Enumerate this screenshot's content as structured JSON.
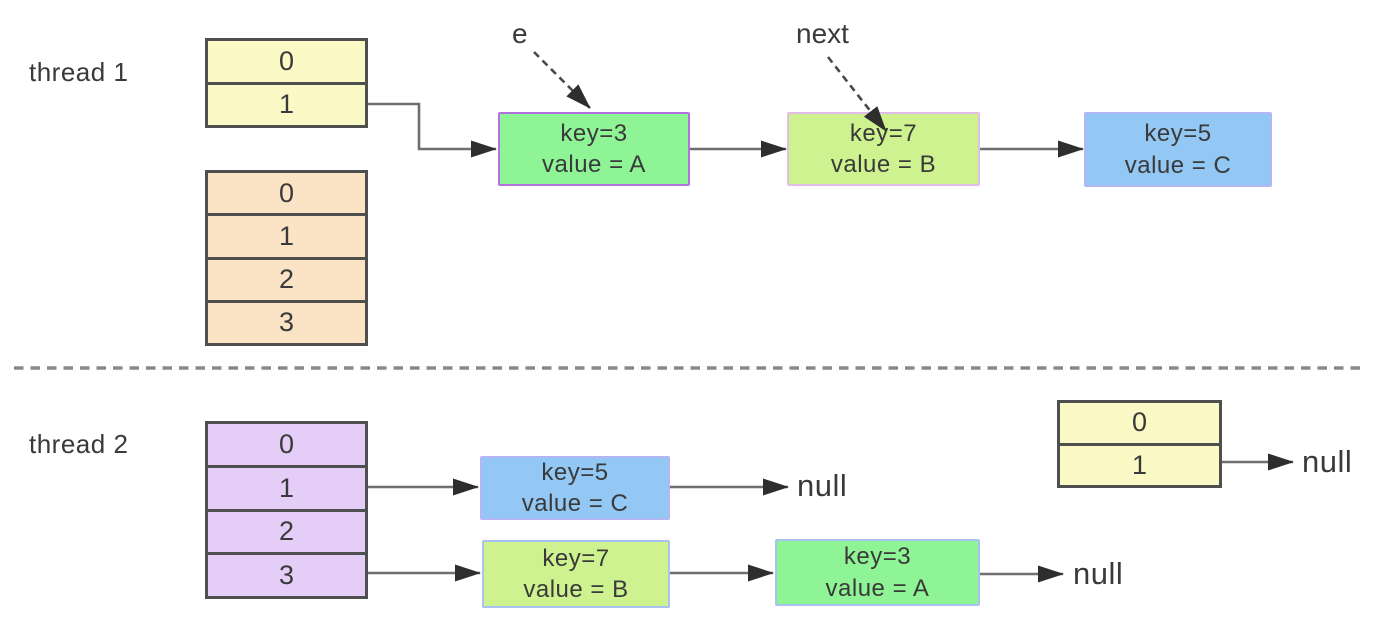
{
  "thread1": {
    "label": "thread 1",
    "pointer_e": "e",
    "pointer_next": "next",
    "bucket_array": [
      "0",
      "1"
    ],
    "resized_array": [
      "0",
      "1",
      "2",
      "3"
    ],
    "node_a": {
      "key": "key=3",
      "value": "value = A"
    },
    "node_b": {
      "key": "key=7",
      "value": "value = B"
    },
    "node_c": {
      "key": "key=5",
      "value": "value = C"
    }
  },
  "thread2": {
    "label": "thread 2",
    "bucket_array": [
      "0",
      "1",
      "2",
      "3"
    ],
    "node_c": {
      "key": "key=5",
      "value": "value = C"
    },
    "node_b": {
      "key": "key=7",
      "value": "value = B"
    },
    "node_a": {
      "key": "key=3",
      "value": "value = A"
    },
    "null_after_c": "null",
    "null_after_a": "null",
    "null_after_side": "null",
    "side_array": [
      "0",
      "1"
    ]
  },
  "colors": {
    "yellow_cell": "#fbf9c6",
    "orange_cell": "#fbe3c5",
    "purple_cell": "#e4cef7",
    "green_node": "#8ef496",
    "lime_node": "#cdf28f",
    "blue_node": "#93c7f4",
    "purple_border": "#b472e0",
    "pink_border": "#e3bdea",
    "periwinkle_border": "#b3b6f2",
    "lightblue_border": "#a9c2f0",
    "cell_border": "#4f4f4f",
    "text": "#3a3a3a",
    "arrow_shaft": "#6f6f6f",
    "arrow_head": "#2e2e2e",
    "pointer_stroke": "#4a4a4a",
    "divider": "#8a8a8a"
  }
}
